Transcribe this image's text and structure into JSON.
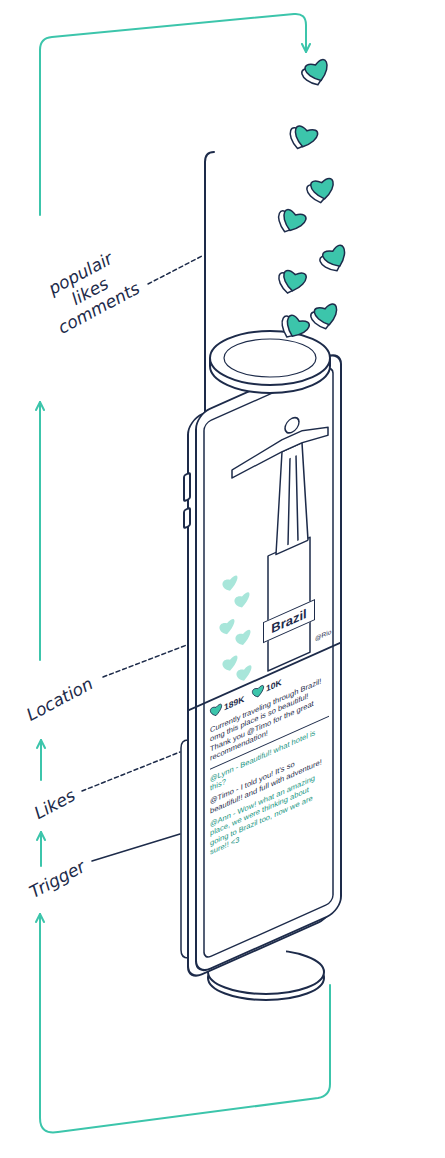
{
  "diagram": {
    "nodes": [
      {
        "text": [
          "Brazil"
        ]
      }
    ],
    "labels": [
      "populair likes comments",
      "Location",
      "Likes",
      "Trigger",
      "@Rio",
      "189K",
      "10K",
      "Currently traveling through Brazil! omg this place is so beautiful! Thank you @Timo for the great recommendation!",
      "@Lynn - Beautiful! what hotel is this?",
      "@Timo - I told you! It's so beautiful!! and full with adventure!",
      "@Ann - Wow! what an amazing place, we were thinking about going to Brazil too, now we are sure!! <3"
    ]
  }
}
